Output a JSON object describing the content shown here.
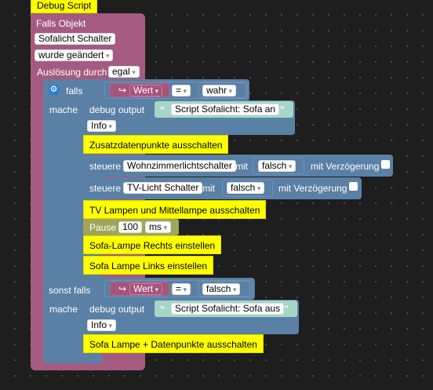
{
  "script_name": "Debug Script",
  "trigger": {
    "label": "Falls Objekt",
    "object": "Sofalicht Schalter",
    "condition": "wurde geändert",
    "by_label": "Auslösung durch",
    "by_value": "egal"
  },
  "if_block": {
    "label": "falls",
    "then_label": "mache",
    "else_if_label": "sonst falls",
    "compare1": {
      "left": "Wert",
      "op": "=",
      "right": "wahr"
    },
    "compare2": {
      "left": "Wert",
      "op": "=",
      "right": "falsch"
    }
  },
  "debug1": {
    "label": "debug output",
    "text": "Script Sofalicht: Sofa an",
    "level": "Info"
  },
  "debug2": {
    "label": "debug output",
    "text": "Script Sofalicht: Sofa aus",
    "level": "Info"
  },
  "comments": {
    "c1": "Zusatzdatenpunkte ausschalten",
    "c2": "TV Lampen und Mittellampe ausschalten",
    "c3": "Sofa-Lampe Rechts einstellen",
    "c4": "Sofa Lampe Links einstellen",
    "c5": "Sofa Lampe + Datenpunkte ausschalten"
  },
  "control1": {
    "label": "steuere",
    "object": "Wohnzimmerlichtschalter",
    "with": "mit",
    "value": "falsch",
    "delay": "mit Verzögerung"
  },
  "control2": {
    "label": "steuere",
    "object": "TV-Licht Schalter",
    "with": "mit",
    "value": "falsch",
    "delay": "mit Verzögerung"
  },
  "pause": {
    "label": "Pause",
    "value": "100",
    "unit": "ms"
  },
  "quote_open": "“",
  "quote_close": "”"
}
